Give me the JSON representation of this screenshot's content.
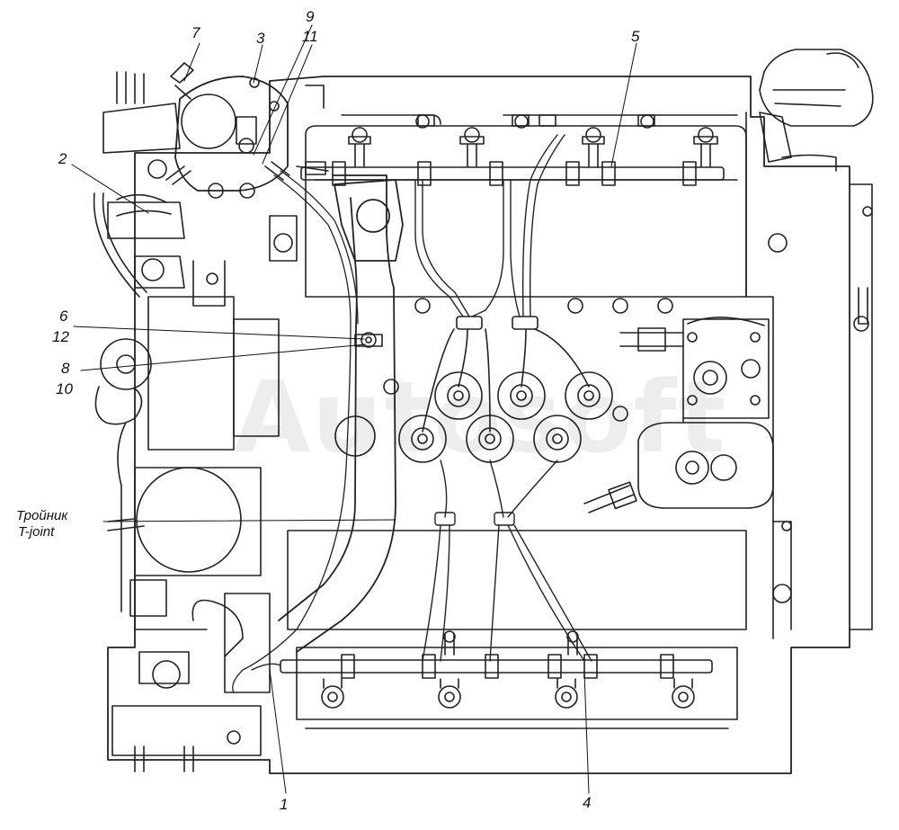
{
  "diagram": {
    "callouts": [
      {
        "id": "c1",
        "text": "1"
      },
      {
        "id": "c2",
        "text": "2"
      },
      {
        "id": "c3",
        "text": "3"
      },
      {
        "id": "c4",
        "text": "4"
      },
      {
        "id": "c5",
        "text": "5"
      },
      {
        "id": "c6",
        "text": "6"
      },
      {
        "id": "c7",
        "text": "7"
      },
      {
        "id": "c8",
        "text": "8"
      },
      {
        "id": "c9",
        "text": "9"
      },
      {
        "id": "c10",
        "text": "10"
      },
      {
        "id": "c11",
        "text": "11"
      },
      {
        "id": "c12",
        "text": "12"
      }
    ],
    "tee_label_ru": "Тройник",
    "tee_label_en": "T-joint",
    "watermark": "Autosoft"
  }
}
